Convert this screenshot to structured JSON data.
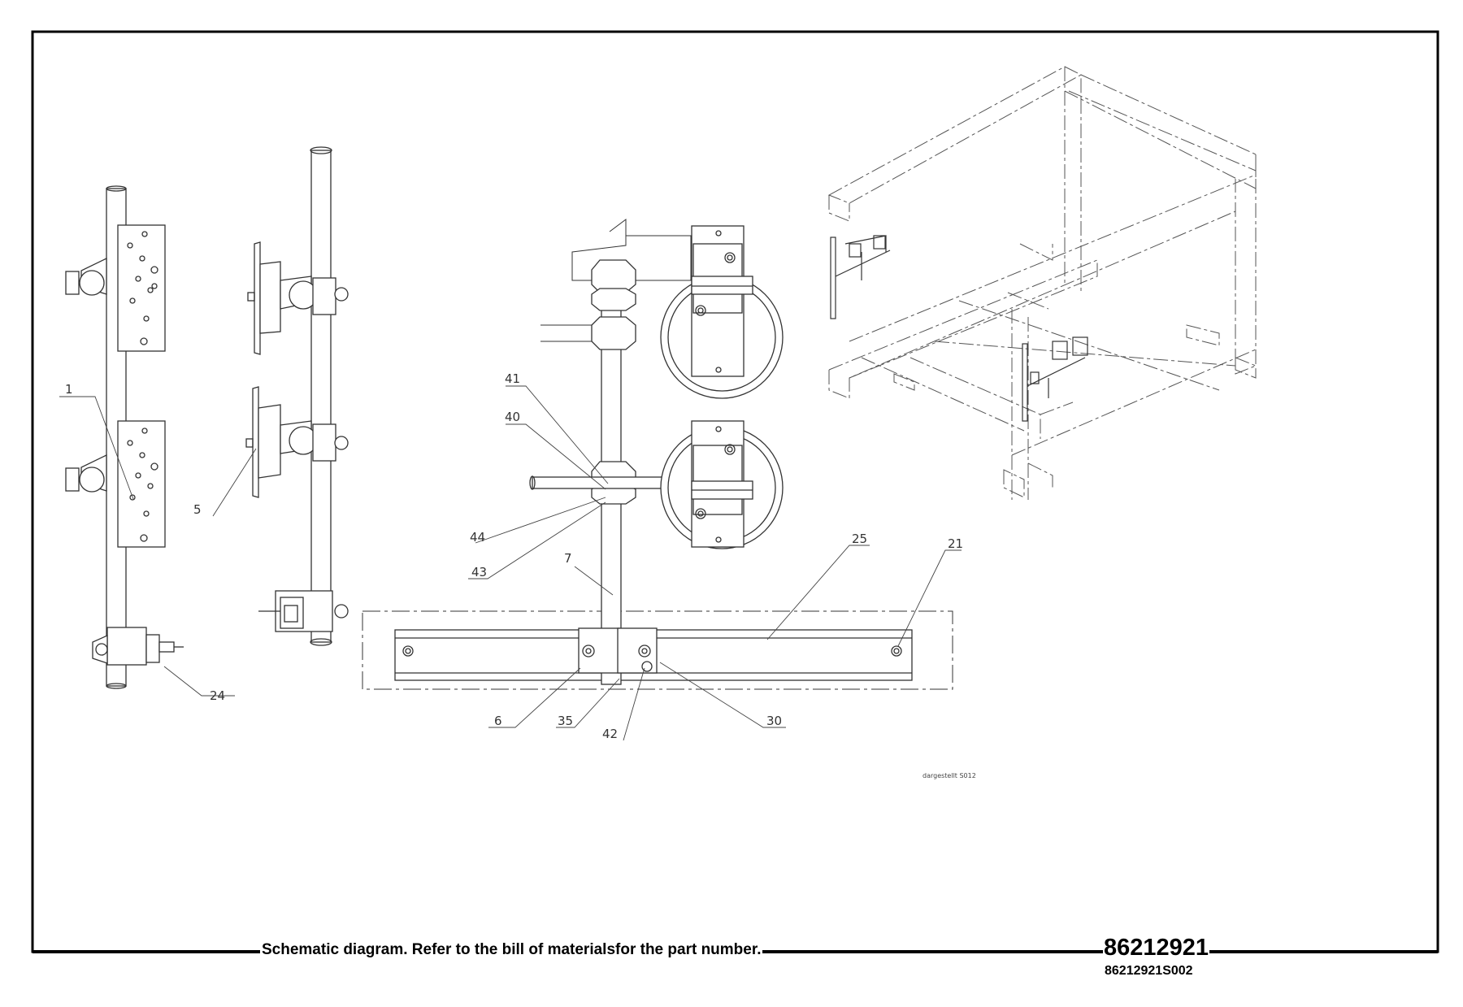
{
  "footer": {
    "caption": "Schematic diagram. Refer to the bill of materialsfor the part number.",
    "part_number": "86212921",
    "sheet_number": "86212921S002"
  },
  "note": "dargestellt S012",
  "callouts": [
    "1",
    "5",
    "24",
    "41",
    "40",
    "44",
    "43",
    "7",
    "6",
    "35",
    "42",
    "30",
    "25",
    "21"
  ]
}
